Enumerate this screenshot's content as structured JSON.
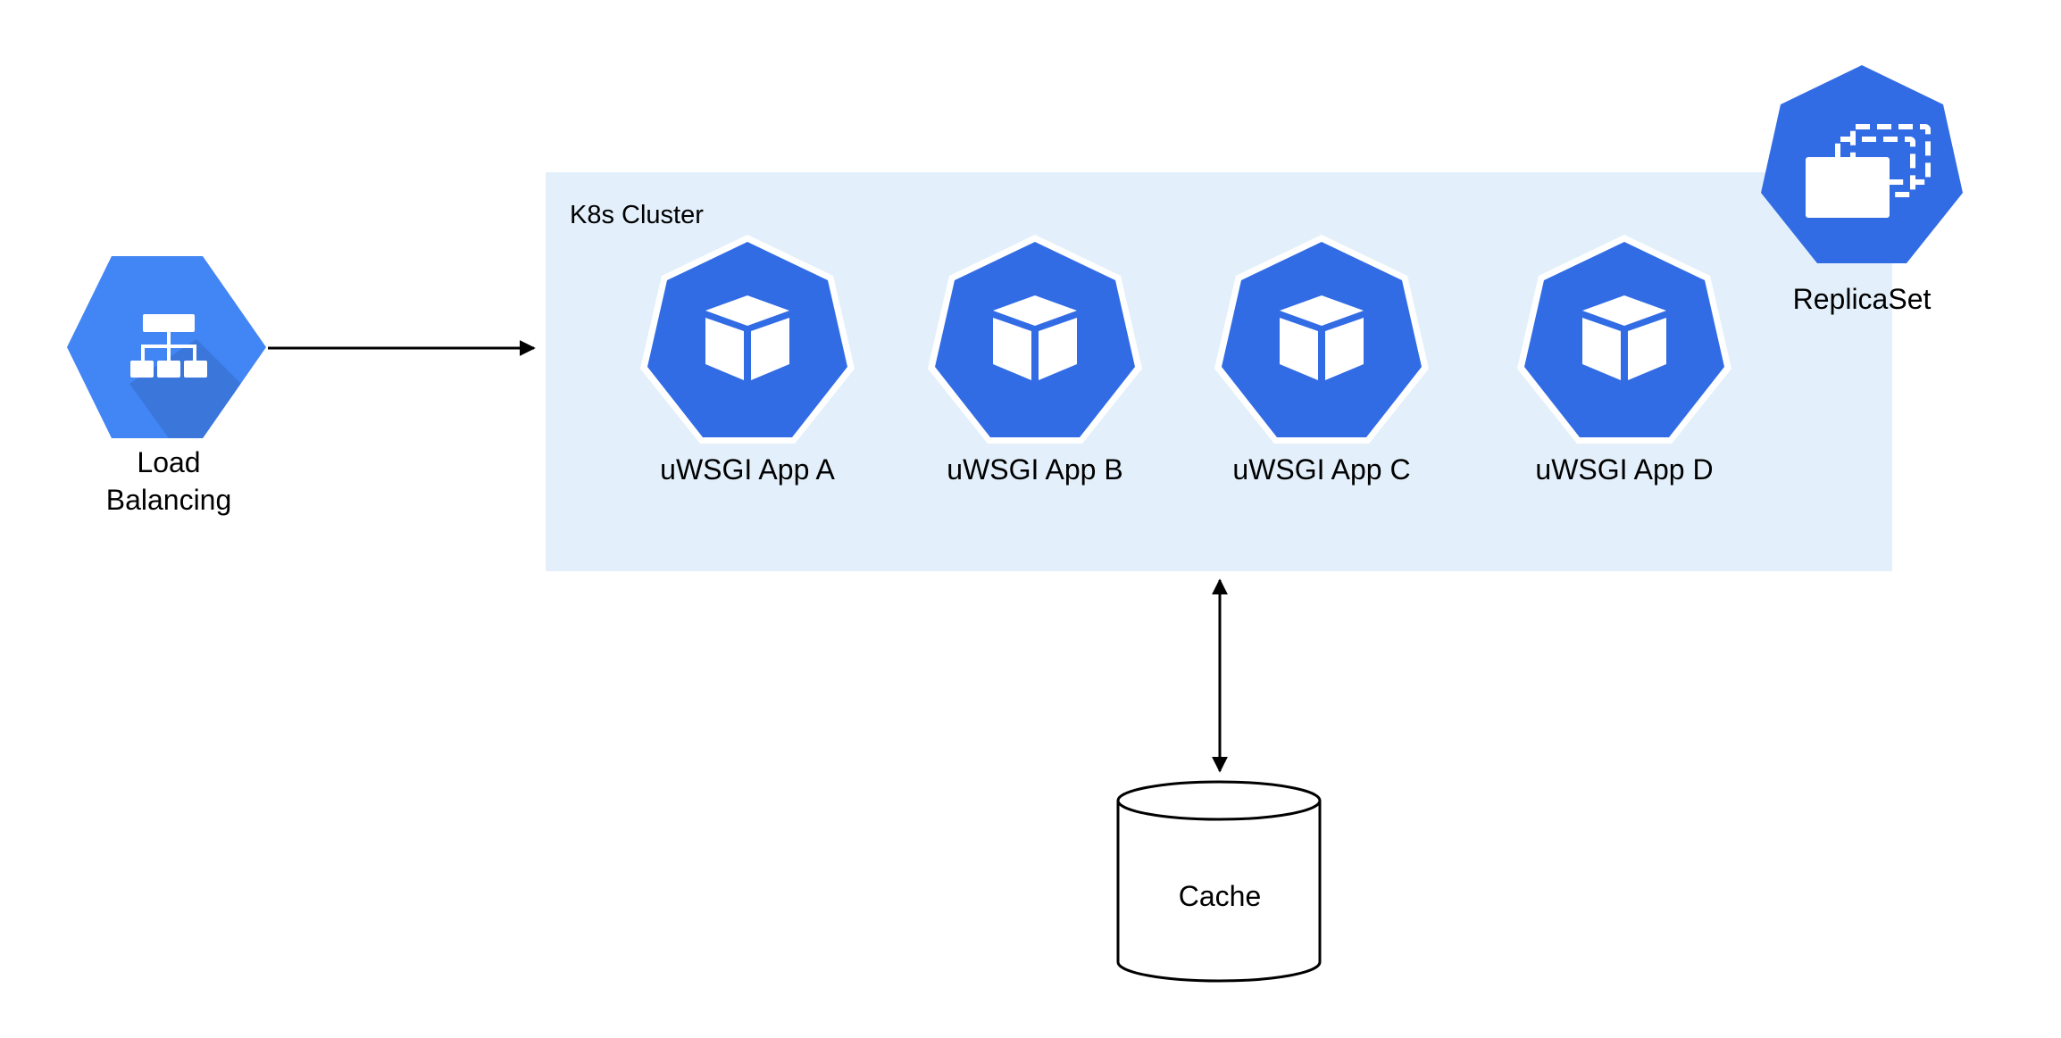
{
  "cluster": {
    "label": "K8s Cluster"
  },
  "load_balancer": {
    "label_line1": "Load",
    "label_line2": "Balancing",
    "icon": "load-balancing-icon"
  },
  "replicaset": {
    "label": "ReplicaSet",
    "icon": "replicaset-icon"
  },
  "pods": [
    {
      "label": "uWSGI App A",
      "icon": "pod-icon"
    },
    {
      "label": "uWSGI App B",
      "icon": "pod-icon"
    },
    {
      "label": "uWSGI App C",
      "icon": "pod-icon"
    },
    {
      "label": "uWSGI App D",
      "icon": "pod-icon"
    }
  ],
  "cache": {
    "label": "Cache",
    "icon": "database-icon"
  },
  "colors": {
    "cluster_bg": "#E3F0FB",
    "k8s_blue": "#326CE5",
    "lb_blue": "#4285F4"
  }
}
